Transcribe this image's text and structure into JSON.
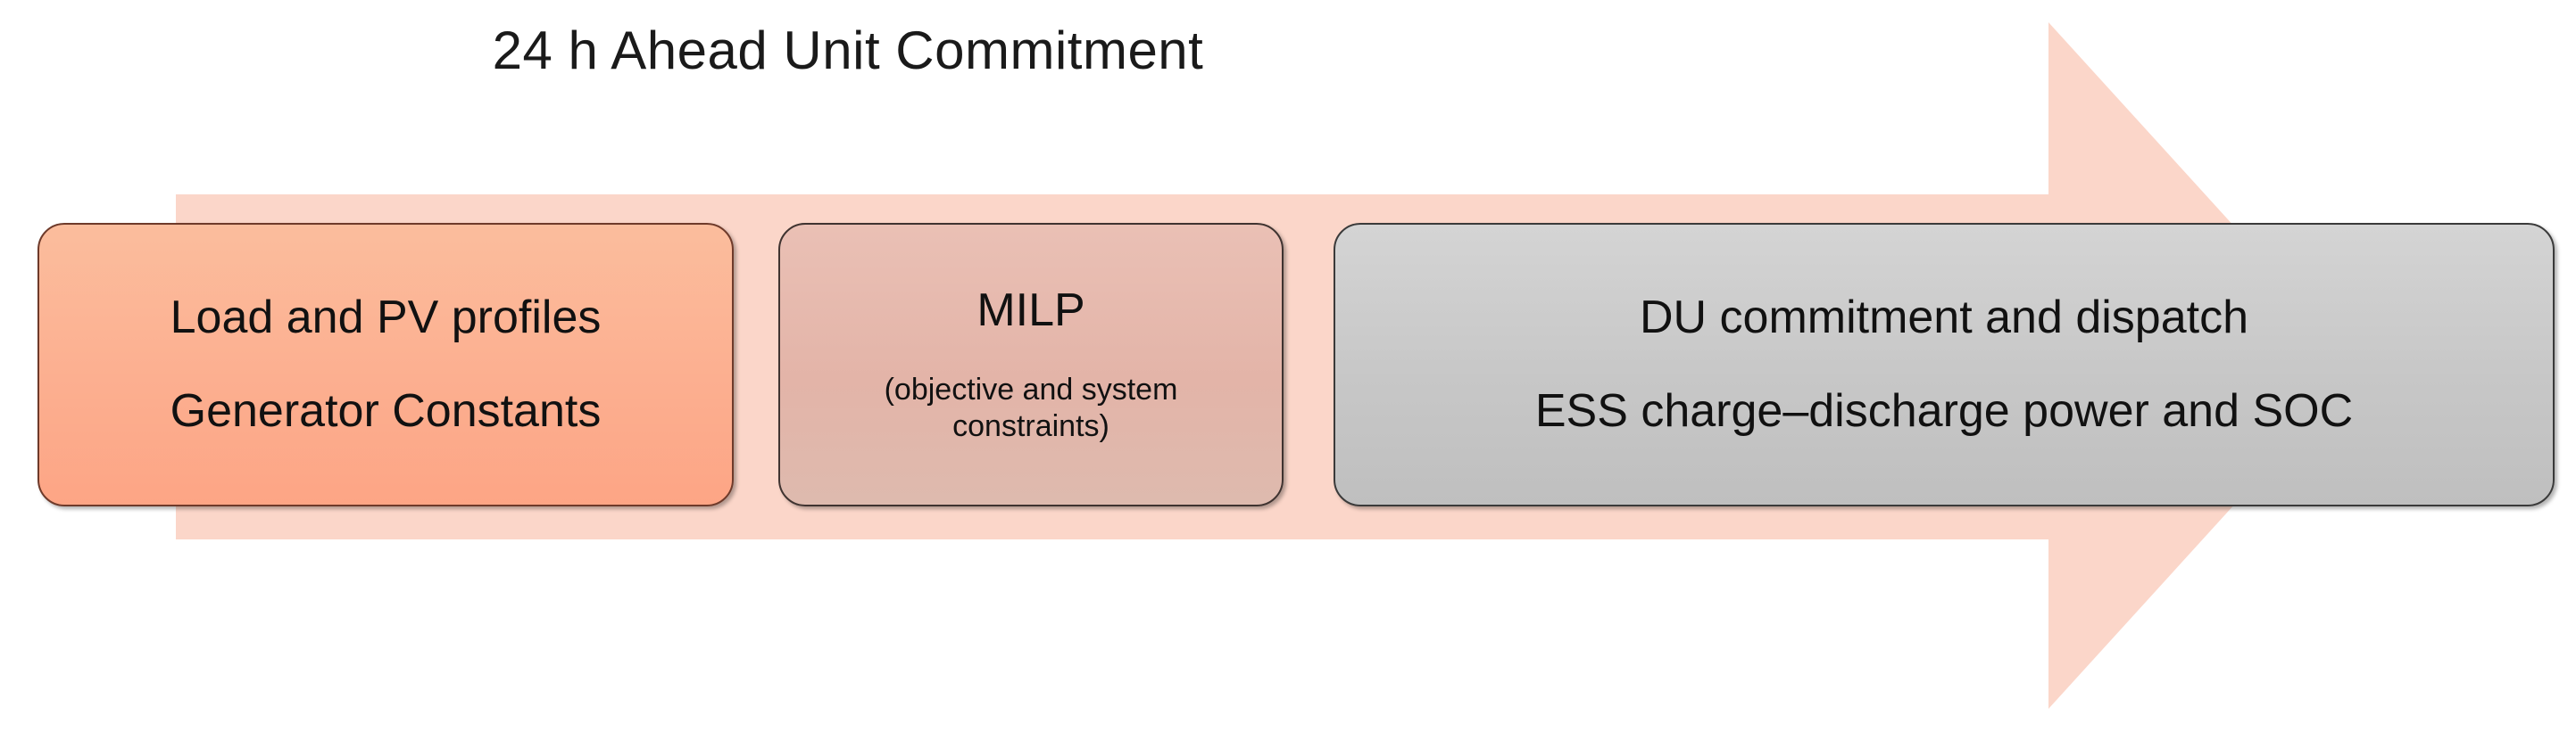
{
  "diagram": {
    "title": "24 h Ahead  Unit Commitment",
    "arrow": {
      "name": "process-flow-arrow",
      "color": "#fbd6c9",
      "direction": "right"
    },
    "stages": [
      {
        "id": "inputs",
        "name": "inputs-box",
        "fill_color": "#fcaf90",
        "border_color": "#6e3a2a",
        "lines": [
          "Load and PV profiles",
          "Generator Constants"
        ]
      },
      {
        "id": "milp",
        "name": "milp-box",
        "fill_color": "#e3b4a8",
        "border_color": "#3f3330",
        "title": "MILP",
        "subtitle": "(objective and system constraints)"
      },
      {
        "id": "outputs",
        "name": "outputs-box",
        "fill_color": "#c7c7c7",
        "border_color": "#3a3a3a",
        "lines": [
          "DU commitment and dispatch",
          "ESS charge–discharge power and SOC"
        ]
      }
    ]
  }
}
